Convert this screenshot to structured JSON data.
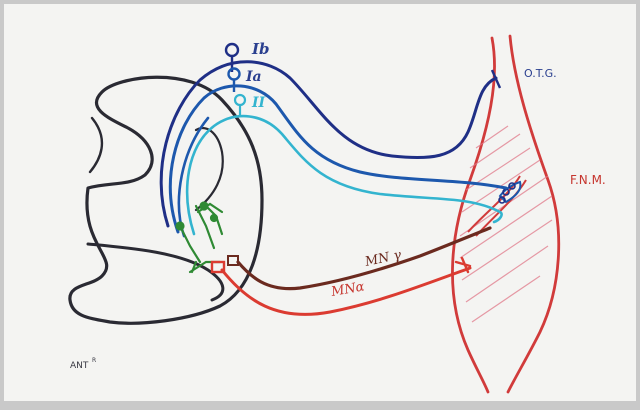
{
  "labels": {
    "ib": "Ib",
    "ia": "Ia",
    "ii": "II",
    "otg": "O.T.G.",
    "fnm": "F.N.M.",
    "mn_gamma": "MN γ",
    "mn_alpha": "MNα",
    "anterior": "ANT",
    "anterior_sup": "R"
  },
  "colors": {
    "background": "#c9c9c9",
    "paper": "#f4f4f2",
    "outline": "#2a2a33",
    "fiber_ib": "#1f2f86",
    "fiber_ia": "#1d58ad",
    "fiber_ii": "#33b4cf",
    "interneuron": "#2f8a34",
    "mn_gamma": "#6b2a1f",
    "mn_alpha": "#db3b31",
    "muscle": "#d13b3b",
    "label_dark": "#2a3f8f",
    "label_red": "#c6362f"
  }
}
